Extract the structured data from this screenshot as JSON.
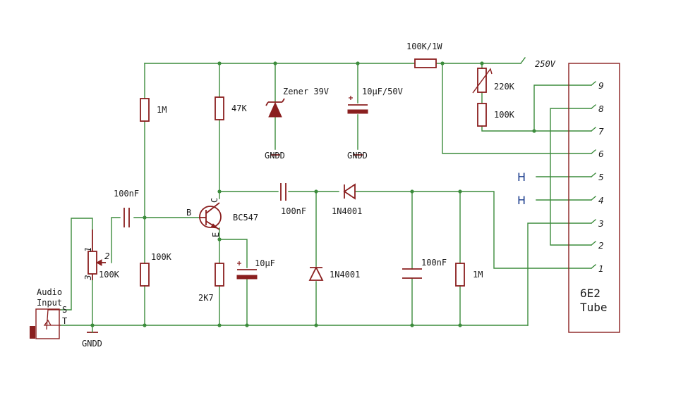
{
  "labels": {
    "r_top": "100K/1W",
    "hv": "250V",
    "zener": "Zener 39V",
    "cap_filter": "10µF/50V",
    "r_1m_left": "1M",
    "r_47k": "47K",
    "gnd_zener": "GNDD",
    "gnd_cap": "GNDD",
    "trimmer": "220K",
    "r_100k_tube": "100K",
    "h5": "H",
    "h4": "H",
    "c_in": "100nF",
    "c_coupling": "100nF",
    "d_series": "1N4001",
    "d_shunt": "1N4001",
    "c_out": "100nF",
    "r_1m_out": "1M",
    "transistor": "BC547",
    "base": "B",
    "collector": "C",
    "emitter": "E",
    "r_100k_bias": "100K",
    "pot": "100K",
    "pot_pin1": "1",
    "pot_pin2": "2",
    "pot_pin3": "3",
    "r_2k7": "2K7",
    "c_emitter": "10µF",
    "audio_line1": "Audio",
    "audio_line2": "Input",
    "jack_s": "S",
    "jack_t": "T",
    "gnd_main": "GNDD",
    "tube_line1": "6E2",
    "tube_line2": "Tube"
  },
  "tube_pins": [
    "9",
    "8",
    "7",
    "6",
    "5",
    "4",
    "3",
    "2",
    "1"
  ],
  "colors": {
    "wire": "#3c8c3c",
    "component": "#8a1f1f",
    "text": "#1a1a1a",
    "heater_label": "#1a3c8c"
  }
}
